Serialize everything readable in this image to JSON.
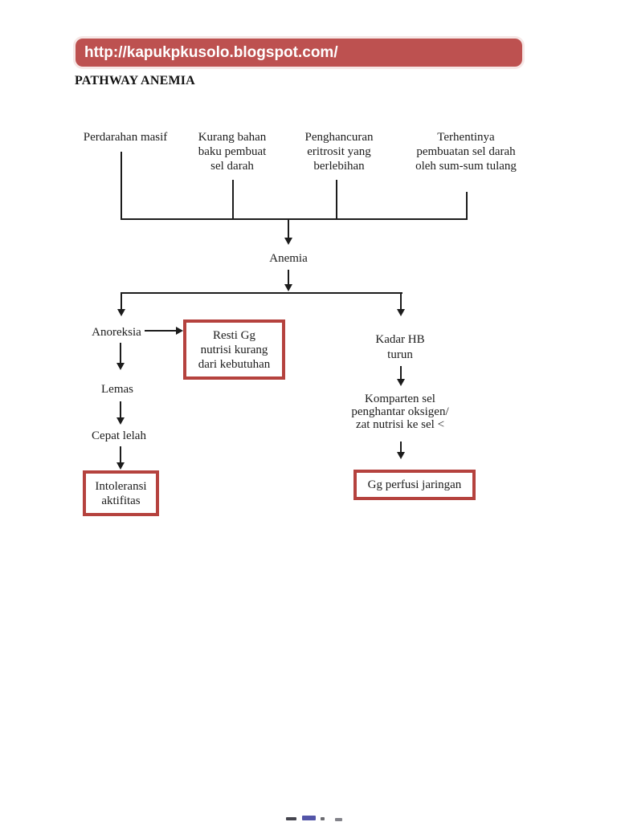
{
  "banner": {
    "url_text": "http://kapukpkusolo.blogspot.com/"
  },
  "title": "PATHWAY ANEMIA",
  "diagram": {
    "causes": [
      {
        "label": "Perdarahan masif"
      },
      {
        "label": "Kurang bahan\nbaku pembuat\nsel darah"
      },
      {
        "label": "Penghancuran\neritrosit yang\nberlebihan"
      },
      {
        "label": "Terhentinya\npembuatan sel darah\noleh sum-sum tulang"
      }
    ],
    "central_node": "Anemia",
    "left_branch": {
      "node1": "Anoreksia",
      "diagnosis_box": "Resti Gg\nnutrisi kurang\ndari kebutuhan",
      "node2": "Lemas",
      "node3": "Cepat lelah",
      "outcome_box": "Intoleransi\naktifitas"
    },
    "right_branch": {
      "node1": "Kadar HB\nturun",
      "node2": "Komparten sel\npenghantar oksigen/\nzat nutrisi ke sel <",
      "outcome_box": "Gg perfusi jaringan"
    }
  },
  "colors": {
    "banner_red": "#bd5150",
    "box_border_red": "#b5423e",
    "line_black": "#1c1c1c"
  }
}
